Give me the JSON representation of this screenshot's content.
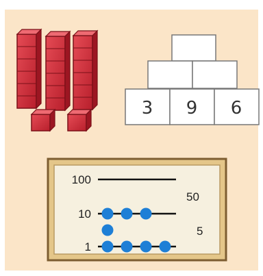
{
  "pyramid": {
    "bottom_row": [
      "3",
      "9",
      "6"
    ]
  },
  "abacus": {
    "rows": [
      {
        "label": "100",
        "beads": 0
      },
      {
        "label": "10",
        "beads": 3
      },
      {
        "label": "1",
        "beads": 5
      }
    ],
    "right_labels": [
      "50",
      "5"
    ],
    "bead_color": "#1e7fd6"
  },
  "blocks": {
    "rods": 3,
    "units": 2,
    "cube_color": "#d8333f"
  }
}
